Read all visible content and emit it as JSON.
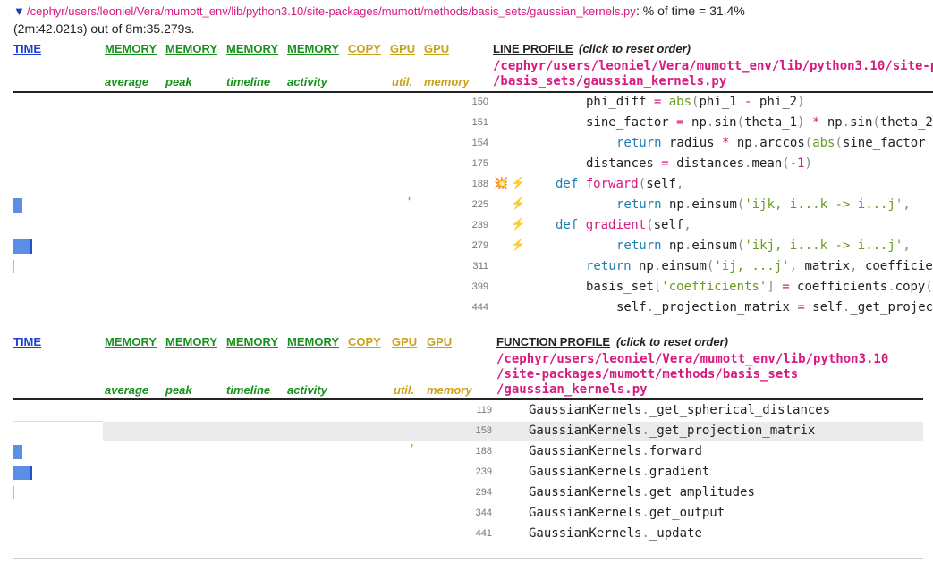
{
  "file_header": {
    "toggle_icon": "triangle-down-icon",
    "path": "/cephyr/users/leoniel/Vera/mumott_env/lib/python3.10/site-packages/mumott/methods/basis_sets/gaussian_kernels.py",
    "colon": ":",
    "percent_text": "% of time = 31.4%",
    "time_text": "(2m:42.021s) out of 8m:35.279s."
  },
  "line_profile": {
    "headers": {
      "time": "TIME",
      "memory": "MEMORY",
      "copy": "COPY",
      "gpu": "GPU"
    },
    "subheaders": {
      "average": "average",
      "peak": "peak",
      "timeline": "timeline",
      "activity": "activity",
      "util": "util.",
      "memory": "memory"
    },
    "title": "LINE PROFILE",
    "note": "(click to reset order)",
    "path_line1": "/cephyr/users/leoniel/Vera/mumott_env/lib/python3.10/site-p",
    "path_line2": "/basis_sets/gaussian_kernels.py",
    "rows": [
      {
        "line": "150",
        "code": "phi_diff = abs(phi_1 - phi_2)"
      },
      {
        "line": "151",
        "code": "sine_factor = np.sin(theta_1) * np.sin(theta_2"
      },
      {
        "line": "154",
        "code": "return radius * np.arccos(abs(sine_factor"
      },
      {
        "line": "175",
        "code": "distances = distances.mean(-1)"
      },
      {
        "line": "188",
        "code": "def forward(self,"
      },
      {
        "line": "225",
        "code": "return np.einsum('ijk, i...k -> i...j',"
      },
      {
        "line": "239",
        "code": "def gradient(self,"
      },
      {
        "line": "279",
        "code": "return np.einsum('ikj, i...k -> i...j',"
      },
      {
        "line": "311",
        "code": "return np.einsum('ij, ...j', matrix, coefficie"
      },
      {
        "line": "399",
        "code": "basis_set['coefficients'] = coefficients.copy("
      },
      {
        "line": "444",
        "code": "self._projection_matrix = self._get_projec"
      }
    ]
  },
  "function_profile": {
    "headers": {
      "time": "TIME",
      "memory": "MEMORY",
      "copy": "COPY",
      "gpu": "GPU"
    },
    "subheaders": {
      "average": "average",
      "peak": "peak",
      "timeline": "timeline",
      "activity": "activity",
      "util": "util.",
      "memory": "memory"
    },
    "title": "FUNCTION PROFILE",
    "note": "(click to reset order)",
    "path_line1": "/cephyr/users/leoniel/Vera/mumott_env/lib/python3.10",
    "path_line2": "/site-packages/mumott/methods/basis_sets",
    "path_line3": "/gaussian_kernels.py",
    "rows": [
      {
        "line": "119",
        "cls": "GaussianKernels",
        "dot": ".",
        "fn": "_get_spherical_distances"
      },
      {
        "line": "158",
        "cls": "GaussianKernels",
        "dot": ".",
        "fn": "_get_projection_matrix"
      },
      {
        "line": "188",
        "cls": "GaussianKernels",
        "dot": ".",
        "fn": "forward"
      },
      {
        "line": "239",
        "cls": "GaussianKernels",
        "dot": ".",
        "fn": "gradient"
      },
      {
        "line": "294",
        "cls": "GaussianKernels",
        "dot": ".",
        "fn": "get_amplitudes"
      },
      {
        "line": "344",
        "cls": "GaussianKernels",
        "dot": ".",
        "fn": "get_output"
      },
      {
        "line": "441",
        "cls": "GaussianKernels",
        "dot": ".",
        "fn": "_update"
      }
    ]
  },
  "icons": {
    "explosion": "💥",
    "lightning": "⚡"
  },
  "colors": {
    "time_header": "#1f3fd1",
    "memory_header": "#17911b",
    "gpu_header": "#c9a21a",
    "path": "#d61a7f",
    "bar": "#5b8fe6"
  }
}
